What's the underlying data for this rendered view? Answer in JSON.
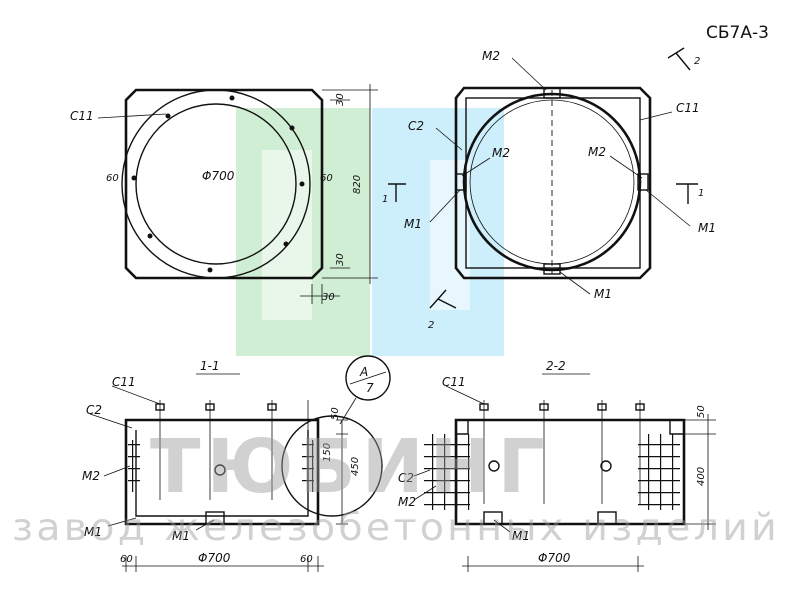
{
  "sheet": {
    "code": "СБ7А-3"
  },
  "plan": {
    "diameter": "Φ700",
    "size": "820",
    "margin_top": "30",
    "margin_bottom": "30",
    "margin_right": "30",
    "bolt_left": "60",
    "bolt_right": "60",
    "section_mark": "1"
  },
  "reinf_plan": {
    "top_mark": "М2",
    "left_mark_upper": "С2",
    "left_mark_mid": "М2",
    "left_mark_low": "М1",
    "right_mark_upper": "С11",
    "right_mark_mid": "М2",
    "right_mark_low": "М1",
    "bottom_mark": "М1",
    "section_mark_top": "2",
    "section_mark_right": "1",
    "section_mark_bottom": "2"
  },
  "plan_label": "С11",
  "section_1": {
    "title": "1-1",
    "c11": "С11",
    "c2": "С2",
    "m2": "М2",
    "m1_left": "М1",
    "m1_mid": "М1",
    "callout_top": "А",
    "callout_bottom": "7",
    "dim_50": "50",
    "dim_150": "150",
    "dim_450": "450",
    "dim_diameter": "Φ700",
    "dim_left": "60",
    "dim_right": "60"
  },
  "section_2": {
    "title": "2-2",
    "c11": "С11",
    "c2": "С2",
    "m2": "М2",
    "m1": "М1",
    "dim_50": "50",
    "dim_400": "400",
    "dim_diameter": "Φ700"
  },
  "watermark": {
    "company": "ТЮБИНГ",
    "tagline": "завод железобетонных изделий",
    "colors": {
      "green": "#cfeed3",
      "blue": "#cdeefb"
    }
  }
}
